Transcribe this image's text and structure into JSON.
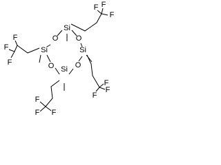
{
  "molecule": {
    "atoms": {
      "silicon": "Si",
      "oxygen": "O",
      "fluorine": "F"
    }
  }
}
